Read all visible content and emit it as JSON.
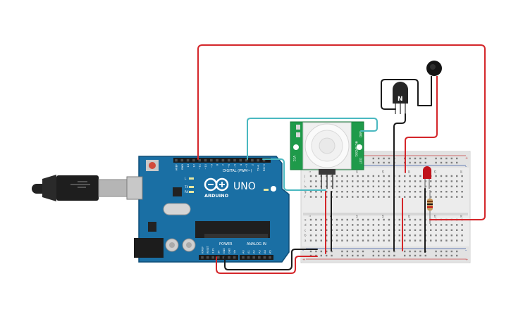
{
  "arduino": {
    "brand": "ARDUINO",
    "model": "UNO",
    "digital_label": "DIGITAL (PWM~)",
    "power_label": "POWER",
    "analog_label": "ANALOG IN",
    "on_label": "ON",
    "tx_label": "TX",
    "rx_label": "RX",
    "l_label": "L",
    "top_pins": [
      "AREF",
      "GND",
      "13",
      "12",
      "~11",
      "~10",
      "~9",
      "8",
      "7",
      "~6",
      "~5",
      "4",
      "~3",
      "2",
      "TX→1",
      "RX←0"
    ],
    "power_pins": [
      "IOREF",
      "RESET",
      "3.3V",
      "5V",
      "GND",
      "GND",
      "Vin"
    ],
    "analog_pins": [
      "A0",
      "A1",
      "A2",
      "A3",
      "A4",
      "A5"
    ]
  },
  "pir": {
    "model": "HC-SR501",
    "pins": [
      "GND",
      "OUT",
      "VCC"
    ]
  },
  "transistor": {
    "label": "N"
  },
  "breadboard": {
    "columns": [
      "1",
      "5",
      "10",
      "15",
      "20",
      "25",
      "30"
    ],
    "rows_top": [
      "j",
      "i",
      "h",
      "g",
      "f"
    ],
    "rows_bottom": [
      "e",
      "d",
      "c",
      "b",
      "a"
    ],
    "rail_plus": "+",
    "rail_minus": "-"
  },
  "colors": {
    "board": "#1a6fa4",
    "wire_red": "#d4262a",
    "wire_black": "#1b1b1b",
    "wire_teal": "#4ab8c0",
    "pir_pcb": "#1f9a4a",
    "led": "#c0121a",
    "breadboard": "#ececec"
  }
}
